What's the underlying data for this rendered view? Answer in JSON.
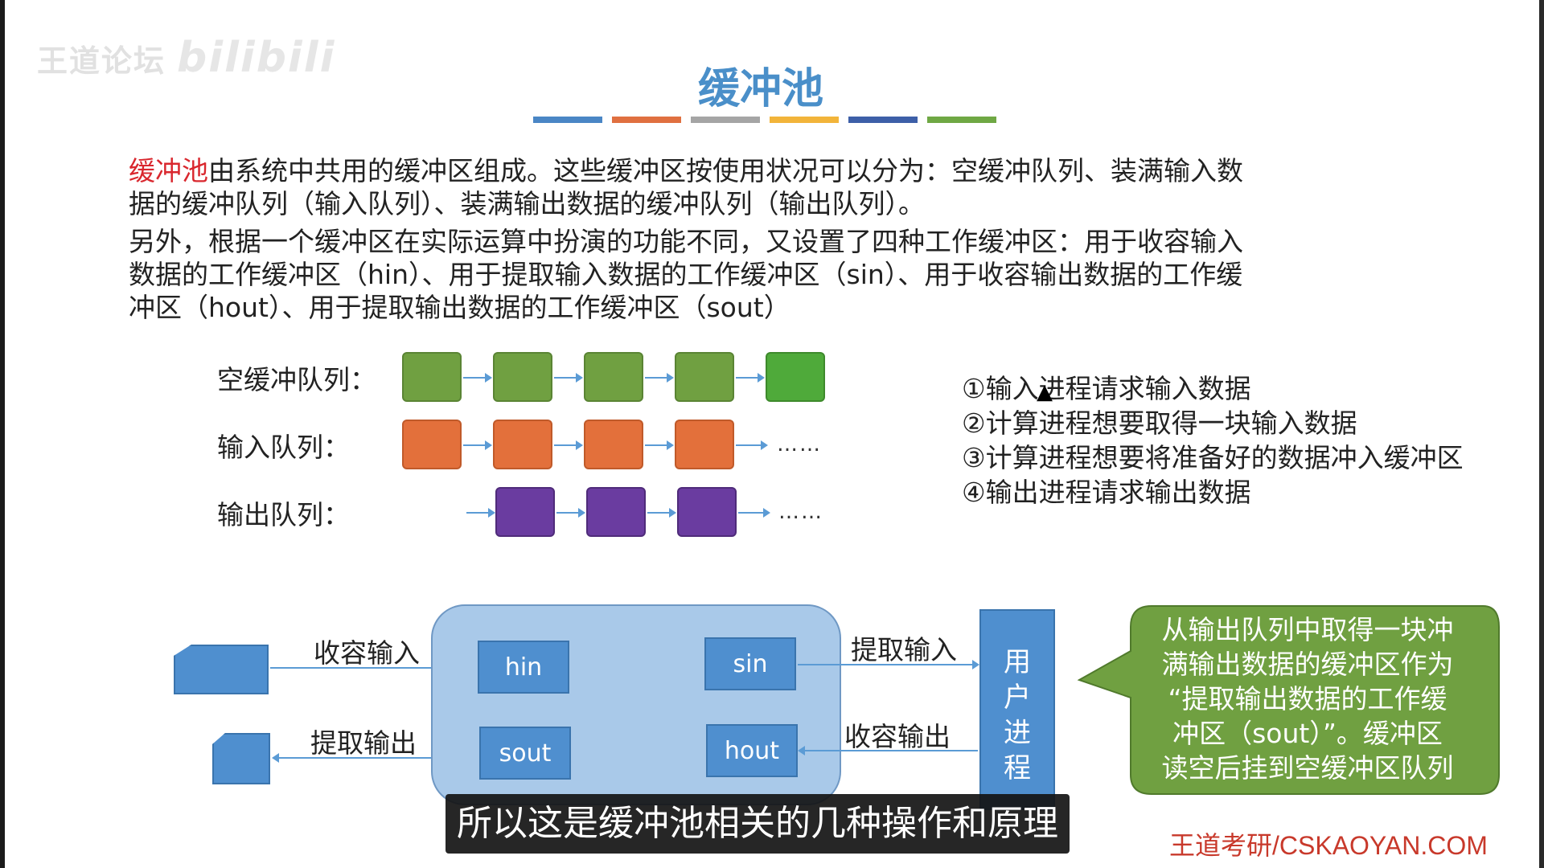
{
  "watermark": {
    "site": "王道论坛",
    "logo": "bilibili"
  },
  "title": "缓冲池",
  "title_bar_colors": [
    "#4a86c5",
    "#e07040",
    "#a5a5a5",
    "#f2b43a",
    "#3d5fa8",
    "#6fa844"
  ],
  "paragraph1": {
    "highlight": "缓冲池",
    "line1_rest": "由系统中共用的缓冲区组成。这些缓冲区按使用状况可以分为：空缓冲队列、装满输入数",
    "line2": "据的缓冲队列（输入队列）、装满输出数据的缓冲队列（输出队列）。"
  },
  "paragraph2": {
    "line1": "另外，根据一个缓冲区在实际运算中扮演的功能不同，又设置了四种工作缓冲区：用于收容输入",
    "line2": "数据的工作缓冲区（hin）、用于提取输入数据的工作缓冲区（sin）、用于收容输出数据的工作缓",
    "line3": "冲区（hout）、用于提取输出数据的工作缓冲区（sout）"
  },
  "queues": {
    "empty": {
      "label": "空缓冲队列：",
      "count": 5
    },
    "input": {
      "label": "输入队列：",
      "count": 4,
      "ellipsis": "……"
    },
    "output": {
      "label": "输出队列：",
      "count": 3,
      "ellipsis": "……"
    }
  },
  "steps": [
    "①输入进程请求输入数据",
    "②计算进程想要取得一块输入数据",
    "③计算进程想要将准备好的数据冲入缓冲区",
    "④输出进程请求输出数据"
  ],
  "diagram": {
    "hin": "hin",
    "sin": "sin",
    "sout": "sout",
    "hout": "hout",
    "user_process": [
      "用",
      "户",
      "进",
      "程"
    ],
    "collect_input": "收容输入",
    "extract_output": "提取输出",
    "extract_input": "提取输入",
    "collect_output": "收容输出"
  },
  "callout": [
    "从输出队列中取得一块冲",
    "满输出数据的缓冲区作为",
    "“提取输出数据的工作缓",
    "冲区（sout）”。缓冲区",
    "读空后挂到空缓冲区队列"
  ],
  "callout_colors": {
    "fill": "#70a041",
    "stroke": "#507a2c"
  },
  "subtitle": "所以这是缓冲池相关的几种操作和原理",
  "brand": "王道考研/CSKAOYAN.COM"
}
